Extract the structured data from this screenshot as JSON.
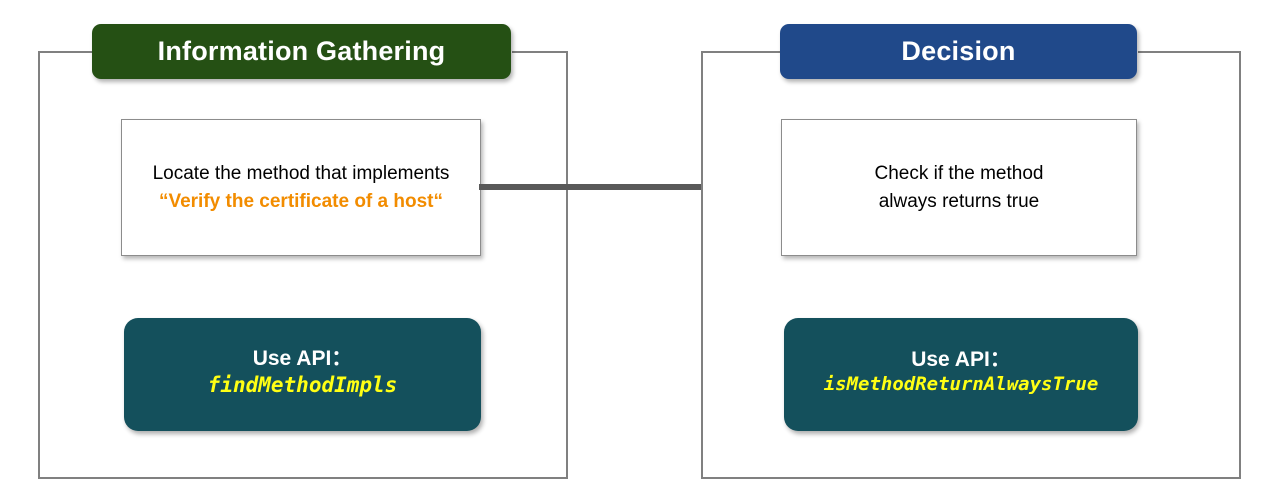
{
  "diagram": {
    "type": "two-stage-flow",
    "accent_colors": {
      "information_gathering_header": "#255014",
      "decision_header": "#20498A",
      "api_box": "#14505C",
      "api_name_text": "#FFFF14",
      "highlight_text": "#F28C00",
      "panel_border": "#808080",
      "arrow": "#595959"
    }
  },
  "panels": [
    {
      "id": "information-gathering",
      "header": "Information Gathering",
      "note": {
        "line1": "Locate the method that implements",
        "line2_quote_open": "“",
        "line2_highlight": "Verify the certificate of a host",
        "line2_quote_close": "“"
      },
      "api": {
        "label": "Use API：",
        "name": "findMethodImpls"
      }
    },
    {
      "id": "decision",
      "header": "Decision",
      "note": {
        "line1": "Check if the method",
        "line2": "always returns true"
      },
      "api": {
        "label": "Use API：",
        "name": "isMethodReturnAlwaysTrue"
      }
    }
  ],
  "connector": {
    "name": "flow-arrow",
    "direction": "left-to-right"
  }
}
